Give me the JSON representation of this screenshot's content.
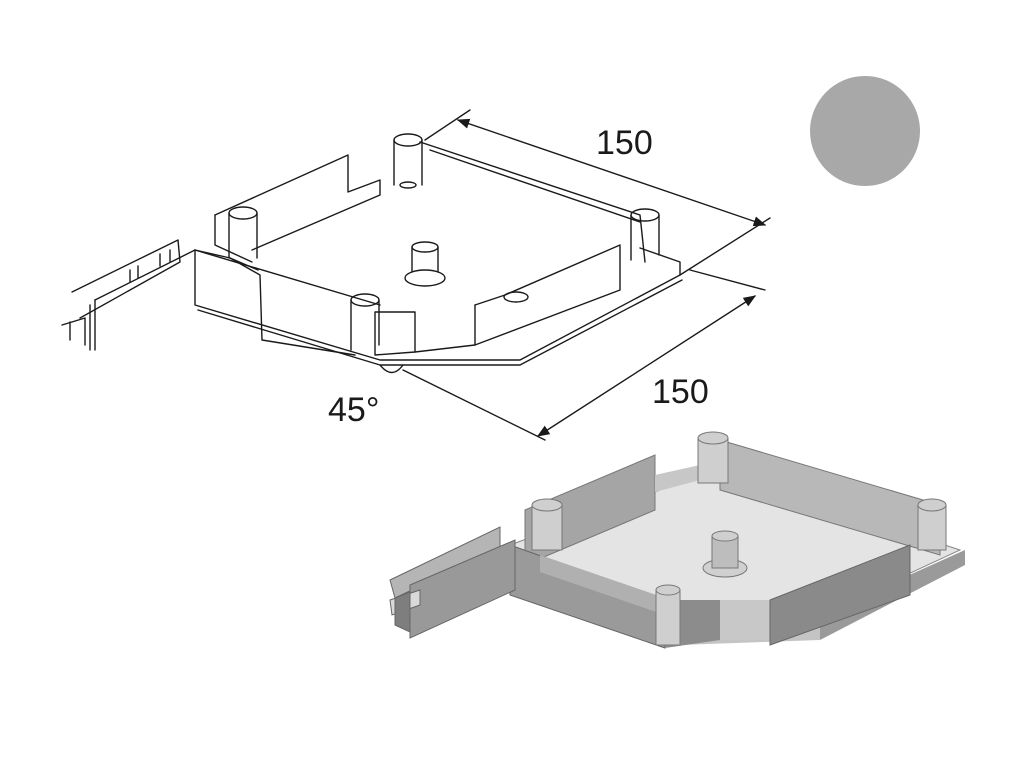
{
  "dimensions": {
    "top_length": "150",
    "right_length": "150",
    "angle": "45°"
  },
  "color_swatch": {
    "color": "#a8a8a8"
  },
  "colors": {
    "line": "#1a1a1a",
    "render_light": "#d6d6d6",
    "render_mid": "#9c9c9c",
    "render_dark": "#7a7a7a",
    "render_floor": "#e2e2e2"
  },
  "views": [
    "line-drawing",
    "rendered-view"
  ]
}
